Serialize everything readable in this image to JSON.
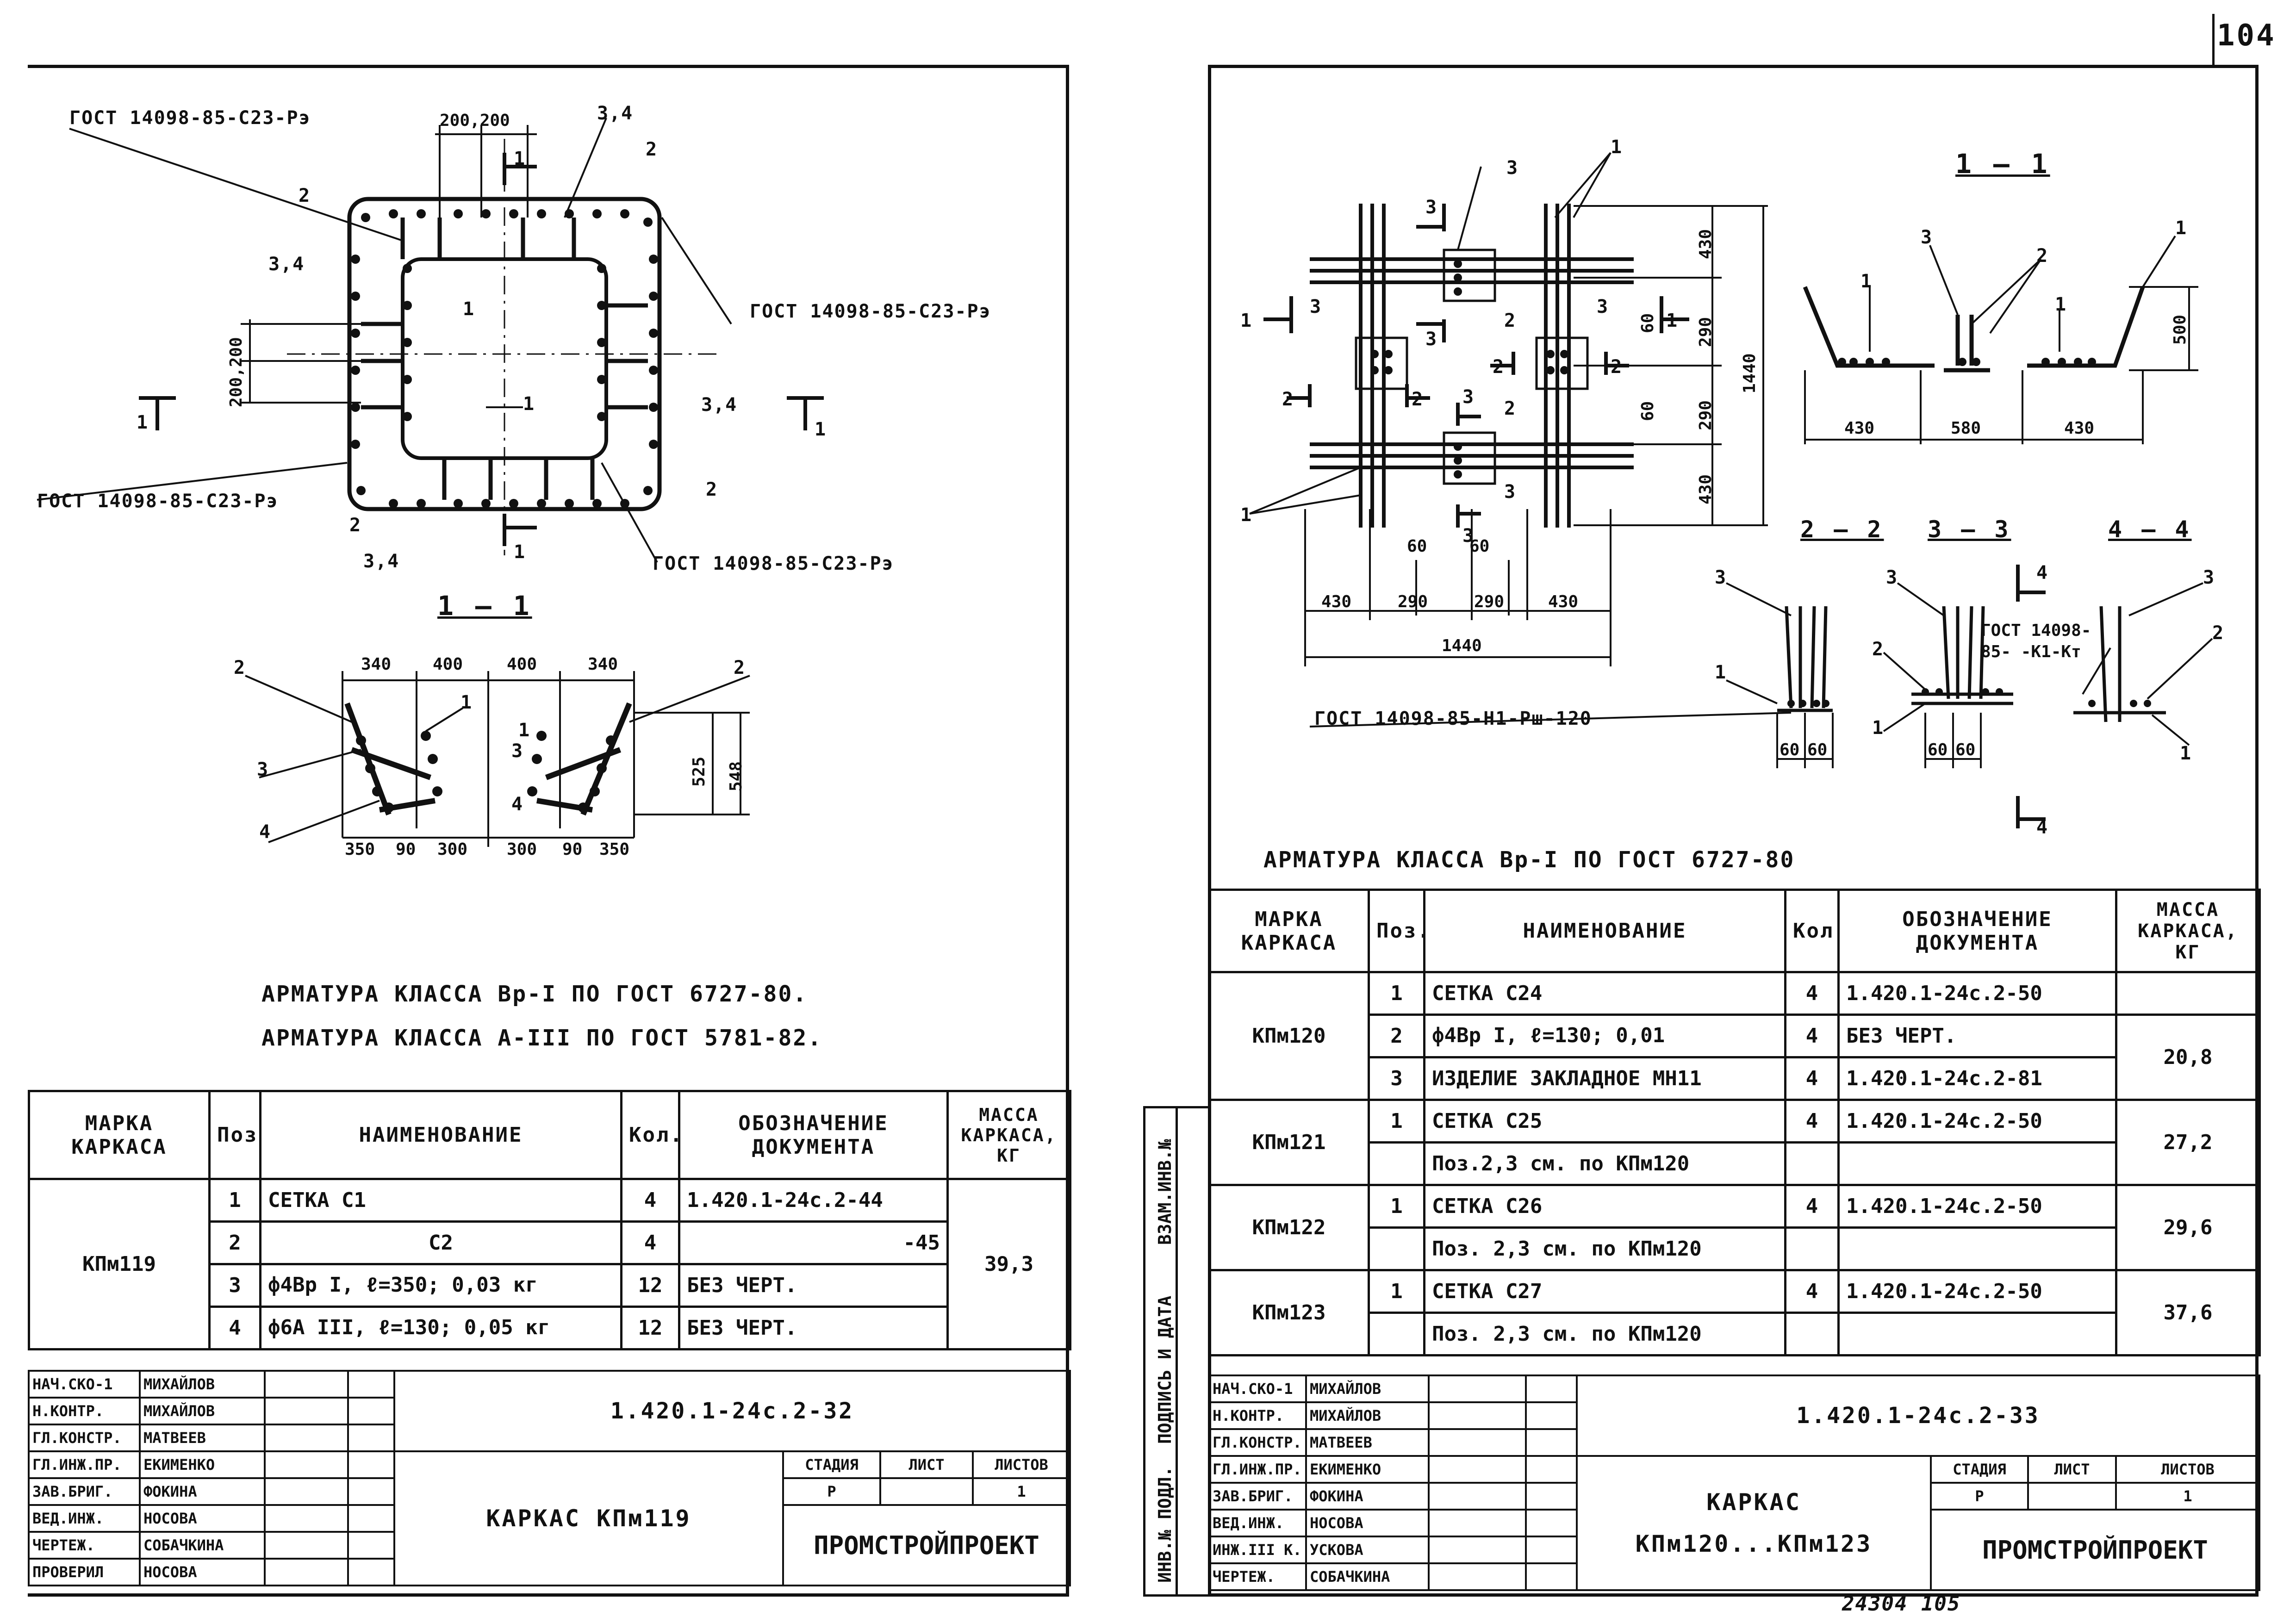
{
  "page_number": "104",
  "footer_note": "24304 105",
  "left": {
    "drawing": {
      "gost_labels": [
        "ГОСТ 14098-85-С23-Рэ",
        "ГОСТ 14098-85-С23-Рэ",
        "ГОСТ 14098-85-С23-Рэ",
        "ГОСТ 14098-85-С23-Рэ"
      ],
      "dims_top": "200,200",
      "dims_side": "200,200",
      "marks": [
        "1",
        "2",
        "3,4"
      ],
      "section_title": "1 – 1",
      "section_dims_top": [
        "340",
        "400",
        "400",
        "340"
      ],
      "section_dims_bottom": [
        "350",
        "90",
        "300",
        "300",
        "90",
        "350"
      ],
      "section_dims_right": [
        "525",
        "548"
      ],
      "section_marks": [
        "2",
        "1",
        "3",
        "4"
      ]
    },
    "notes": [
      "АРМАТУРА КЛАССА Вр-I ПО ГОСТ 6727-80.",
      "АРМАТУРА КЛАССА А-III ПО ГОСТ 5781-82."
    ],
    "table": {
      "headers": [
        "МАРКА КАРКАСА",
        "Поз.",
        "НАИМЕНОВАНИЕ",
        "Кол.",
        "ОБОЗНАЧЕНИЕ ДОКУМЕНТА",
        "МАССА КАРКАСА, КГ"
      ],
      "mark": "КПм119",
      "mass": "39,3",
      "rows": [
        [
          "1",
          "СЕТКА С1",
          "4",
          "1.420.1-24с.2-44"
        ],
        [
          "2",
          "С2",
          "4",
          "-45"
        ],
        [
          "3",
          "ф4Вр I, ℓ=350; 0,03 кг",
          "12",
          "БЕЗ ЧЕРТ."
        ],
        [
          "4",
          "ф6А III, ℓ=130; 0,05 кг",
          "12",
          "БЕЗ ЧЕРТ."
        ]
      ]
    },
    "stamp": {
      "roles": [
        "НАЧ.СКО-1",
        "Н.КОНТР.",
        "ГЛ.КОНСТР.",
        "ГЛ.ИНЖ.ПР.",
        "ЗАВ.БРИГ.",
        "ВЕД.ИНЖ.",
        "ЧЕРТЕЖ.",
        "ПРОВЕРИЛ"
      ],
      "names": [
        "МИХАЙЛОВ",
        "МИХАЙЛОВ",
        "МАТВЕЕВ",
        "ЕКИМЕНКО",
        "ФОКИНА",
        "НОСОВА",
        "СОБАЧКИНА",
        "НОСОВА"
      ],
      "code": "1.420.1-24с.2-32",
      "title": "КАРКАС КПм119",
      "stage_h": "СТАДИЯ",
      "sheet_h": "ЛИСТ",
      "sheets_h": "ЛИСТОВ",
      "stage": "Р",
      "sheet": "",
      "sheets": "1",
      "org": "ПРОМСТРОЙПРОЕКТ"
    }
  },
  "right": {
    "drawing": {
      "plan_dims_bottom": [
        "430",
        "290",
        "290",
        "430"
      ],
      "plan_total": "1440",
      "plan_dims_side": [
        "430",
        "290",
        "290",
        "430"
      ],
      "plan_side_total": "1440",
      "small_dims": [
        "60",
        "60",
        "60",
        "60"
      ],
      "gost_a": "ГОСТ 14098-85-Н1-Рш-120",
      "gost_b": "ГОСТ 14098-85- -К1-Кт",
      "sec11": "1 – 1",
      "sec11_dims": [
        "430",
        "580",
        "430"
      ],
      "sec11_h": "500",
      "sec22": "2 – 2",
      "sec33": "3 – 3",
      "sec44": "4 – 4",
      "sec_dims": [
        "60",
        "60"
      ],
      "marks": [
        "1",
        "2",
        "3"
      ],
      "cut_marks": [
        "1",
        "2",
        "3",
        "4"
      ]
    },
    "note": "АРМАТУРА КЛАССА Вр-I ПО ГОСТ 6727-80",
    "table": {
      "headers": [
        "МАРКА КАРКАСА",
        "Поз.",
        "НАИМЕНОВАНИЕ",
        "Кол.",
        "ОБОЗНАЧЕНИЕ ДОКУМЕНТА",
        "МАССА КАРКАСА, КГ"
      ],
      "groups": [
        {
          "mark": "КПм120",
          "mass": "20,8",
          "rows": [
            [
              "1",
              "СЕТКА С24",
              "4",
              "1.420.1-24с.2-50"
            ],
            [
              "2",
              "ф4Вр I, ℓ=130; 0,01",
              "4",
              "БЕЗ ЧЕРТ."
            ],
            [
              "3",
              "ИЗДЕЛИЕ ЗАКЛАДНОЕ МН11",
              "4",
              "1.420.1-24с.2-81"
            ]
          ]
        },
        {
          "mark": "КПм121",
          "mass": "27,2",
          "rows": [
            [
              "1",
              "СЕТКА С25",
              "4",
              "1.420.1-24с.2-50"
            ],
            [
              "",
              "Поз.2,3 см. по КПм120",
              "",
              ""
            ]
          ]
        },
        {
          "mark": "КПм122",
          "mass": "29,6",
          "rows": [
            [
              "1",
              "СЕТКА С26",
              "4",
              "1.420.1-24с.2-50"
            ],
            [
              "",
              "Поз. 2,3 см. по КПм120",
              "",
              ""
            ]
          ]
        },
        {
          "mark": "КПм123",
          "mass": "37,6",
          "rows": [
            [
              "1",
              "СЕТКА С27",
              "4",
              "1.420.1-24с.2-50"
            ],
            [
              "",
              "Поз. 2,3 см. по КПм120",
              "",
              ""
            ]
          ]
        }
      ]
    },
    "side_labels": [
      "ВЗАМ.ИНВ.№",
      "ПОДПИСЬ И ДАТА",
      "ИНВ.№ ПОДЛ."
    ],
    "stamp": {
      "roles": [
        "НАЧ.СКО-1",
        "Н.КОНТР.",
        "ГЛ.КОНСТР.",
        "ГЛ.ИНЖ.ПР.",
        "ЗАВ.БРИГ.",
        "ВЕД.ИНЖ.",
        "ИНЖ.III К.",
        "ЧЕРТЕЖ."
      ],
      "names": [
        "МИХАЙЛОВ",
        "МИХАЙЛОВ",
        "МАТВЕЕВ",
        "ЕКИМЕНКО",
        "ФОКИНА",
        "НОСОВА",
        "УСКОВА",
        "СОБАЧКИНА"
      ],
      "code": "1.420.1-24с.2-33",
      "title1": "КАРКАС",
      "title2": "КПм120...КПм123",
      "stage_h": "СТАДИЯ",
      "sheet_h": "ЛИСТ",
      "sheets_h": "ЛИСТОВ",
      "stage": "Р",
      "sheet": "",
      "sheets": "1",
      "org": "ПРОМСТРОЙПРОЕКТ"
    }
  }
}
